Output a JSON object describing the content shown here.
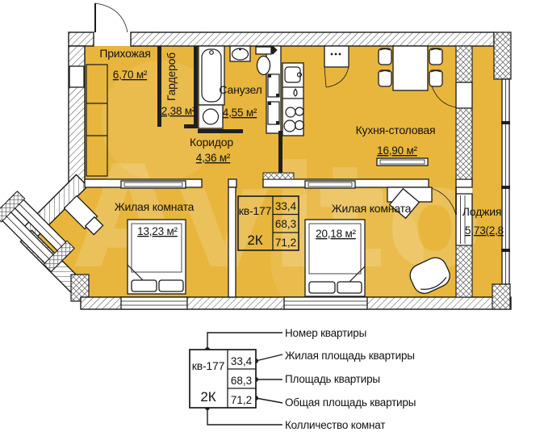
{
  "watermark": "Avito",
  "colors": {
    "floor": "#E8B63C",
    "wall": "#1b1b1b"
  },
  "plan": {
    "rooms": {
      "hallway": {
        "name": "Прихожая",
        "area": "6,70 м²"
      },
      "wardrobe": {
        "name": "Гардероб",
        "area": "2,38 м²"
      },
      "bathroom": {
        "name": "Санузел",
        "area": "4,55 м²"
      },
      "corridor": {
        "name": "Коридор",
        "area": "4,36 м²"
      },
      "kitchen": {
        "name": "Кухня-столовая",
        "area": "16,90 м²"
      },
      "living1": {
        "name": "Жилая комната",
        "area": "13,23 м²"
      },
      "living2": {
        "name": "Жилая комната",
        "area": "20,18 м²"
      },
      "loggia": {
        "name": "Лоджия",
        "area": "5,73(2,8"
      }
    },
    "info_box": {
      "apartment_number": "кв-177",
      "rooms_count": "2К",
      "living_area": "33,4",
      "apartment_area": "68,3",
      "total_area": "71,2"
    }
  },
  "legend": {
    "box": {
      "apartment_number": "кв-177",
      "rooms_count": "2К",
      "living_area": "33,4",
      "apartment_area": "68,3",
      "total_area": "71,2"
    },
    "labels": {
      "apartment_number": "Номер квартиры",
      "living_area": "Жилая площадь квартиры",
      "apartment_area": "Площадь квартиры",
      "total_area": "Общая площадь квартиры",
      "rooms_count": "Колличество комнат"
    }
  }
}
